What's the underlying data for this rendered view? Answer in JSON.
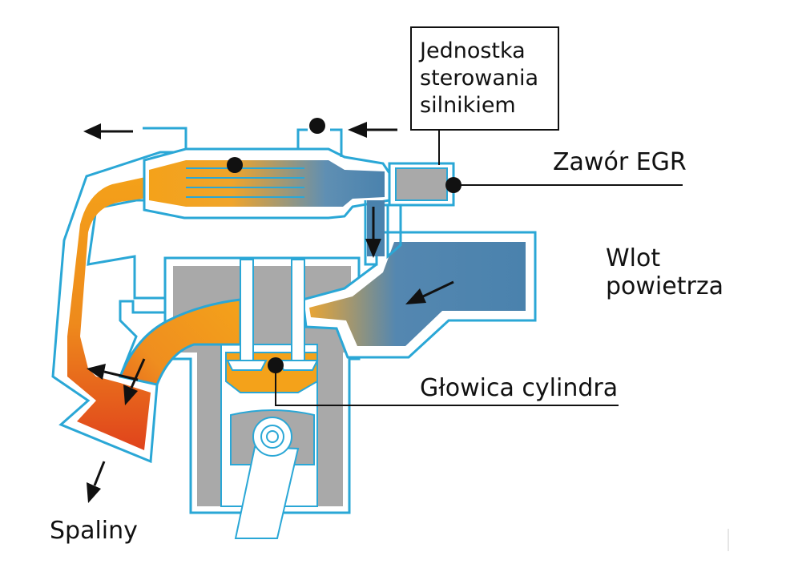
{
  "labels": {
    "ecu": [
      "Jednostka",
      "sterowania",
      "silnikiem"
    ],
    "egr_valve": "Zawór EGR",
    "air_intake": [
      "Wlot",
      "powietrza"
    ],
    "cylinder_head": "Głowica cylindra",
    "exhaust": "Spaliny"
  },
  "colors": {
    "outline": "#2aa7d6",
    "exhaust_hot": "#e2401a",
    "exhaust_warm": "#f4a21a",
    "intake_air": "#4a82ad",
    "metal": "#a9a9a9",
    "leader": "#111111"
  }
}
